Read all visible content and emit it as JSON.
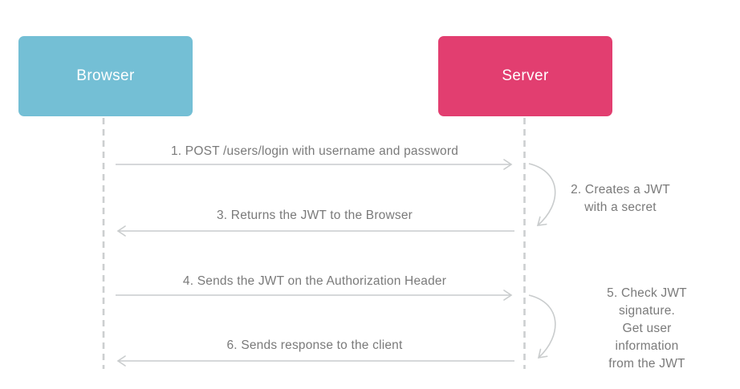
{
  "actors": {
    "browser": {
      "label": "Browser"
    },
    "server": {
      "label": "Server"
    }
  },
  "messages": {
    "m1": {
      "label": "1. POST /users/login with username and password",
      "from": "Browser",
      "to": "Server",
      "kind": "arrow-right"
    },
    "m2": {
      "label": "2. Creates a JWT\nwith a secret",
      "actor": "Server",
      "kind": "self-loop"
    },
    "m3": {
      "label": "3. Returns the JWT to the Browser",
      "from": "Server",
      "to": "Browser",
      "kind": "arrow-left"
    },
    "m4": {
      "label": "4. Sends the JWT on the Authorization Header",
      "from": "Browser",
      "to": "Server",
      "kind": "arrow-right"
    },
    "m5": {
      "label": "5. Check JWT signature.\nGet user information\nfrom the JWT",
      "actor": "Server",
      "kind": "self-loop"
    },
    "m6": {
      "label": "6. Sends response to the client",
      "from": "Server",
      "to": "Browser",
      "kind": "arrow-left"
    }
  },
  "colors": {
    "browser_box": "#74BFD5",
    "server_box": "#E23E70",
    "actor_text": "#FFFFFF",
    "line": "#C9CCCD",
    "lifeline": "#CCCFD0",
    "message_text": "#7A7A7A",
    "background": "#FFFFFF"
  }
}
